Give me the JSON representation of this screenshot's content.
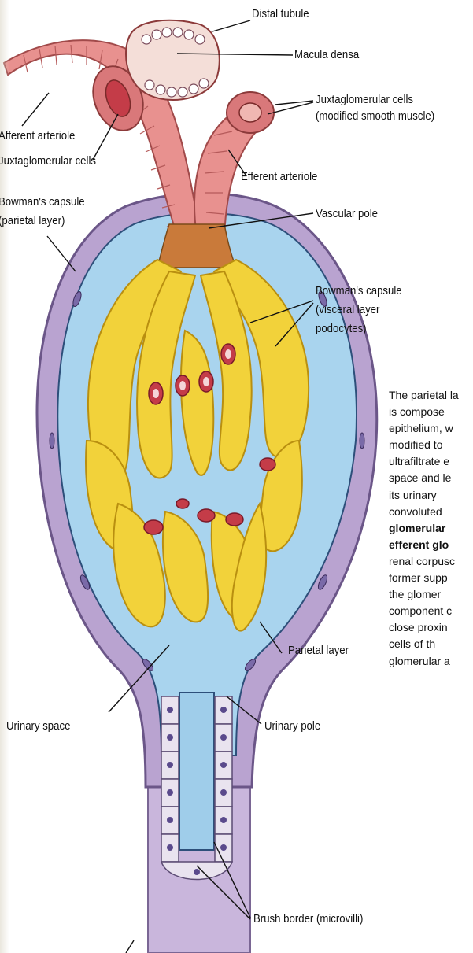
{
  "labels": {
    "distal_tubule": "Distal tubule",
    "macula_densa": "Macula densa",
    "juxtaglomerular_cells_right_1": "Juxtaglomerular cells",
    "juxtaglomerular_cells_right_2": "(modified smooth muscle)",
    "afferent_arteriole": "Afferent arteriole",
    "juxtaglomerular_cells_left": "Juxtaglomerular cells",
    "efferent_arteriole": "Efferent arteriole",
    "bowmans_capsule_parietal_1": "Bowman's capsule",
    "bowmans_capsule_parietal_2": "(parietal layer)",
    "vascular_pole": "Vascular pole",
    "bowmans_capsule_visceral_1": "Bowman's capsule",
    "bowmans_capsule_visceral_2": "(visceral layer",
    "bowmans_capsule_visceral_3": "podocytes)",
    "parietal_layer": "Parietal layer",
    "urinary_space": "Urinary space",
    "urinary_pole": "Urinary pole",
    "brush_border": "Brush border (microvilli)"
  },
  "paragraph": {
    "line1": "The parietal la",
    "line2": "is compose",
    "line3": "epithelium, w",
    "line4": "modified to",
    "line5": "ultrafiltrate e",
    "line6": "space and le",
    "line7": "its urinary",
    "line8": "convoluted",
    "line9": "glomerular",
    "line10": "efferent glo",
    "line11": "renal corpusc",
    "line12": "former supp",
    "line13": "the glomer",
    "line14": "component c",
    "line15": "close proxin",
    "line16": "cells of th",
    "line17": "glomerular a"
  },
  "colors": {
    "capsule": "#b9a3d0",
    "urinary_space": "#a9d4ee",
    "podocyte": "#f2d23a",
    "arteriole": "#e8918f",
    "blood_cell": "#c43c48"
  }
}
